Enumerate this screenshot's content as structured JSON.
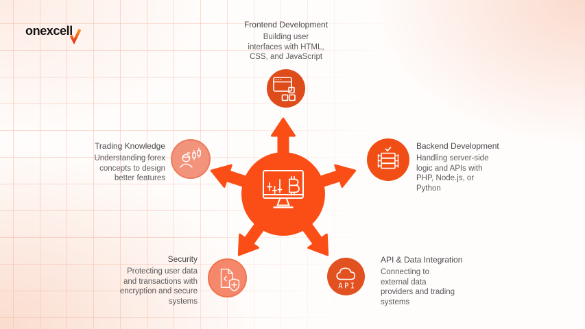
{
  "brand": {
    "name": "onexcell"
  },
  "center": {
    "icon": "trading-monitor-icon"
  },
  "nodes": {
    "frontend": {
      "title": "Frontend Development",
      "description": "Building user\ninterfaces with HTML,\nCSS, and JavaScript",
      "icon": "browser-window-icon"
    },
    "backend": {
      "title": "Backend Development",
      "description": "Handling server-side\nlogic and APIs with\nPHP, Node.js, or\nPython",
      "icon": "server-stack-icon"
    },
    "trading": {
      "title": "Trading Knowledge",
      "description": "Understanding forex\nconcepts to design\nbetter features",
      "icon": "trader-candlestick-icon"
    },
    "security": {
      "title": "Security",
      "description": "Protecting user data\nand transactions with\nencryption and secure\nsystems",
      "icon": "secure-document-icon"
    },
    "api": {
      "title": "API & Data Integration",
      "description": "Connecting to\nexternal data\nproviders and trading\nsystems",
      "icon": "api-cloud-icon",
      "icon_label": "API"
    }
  },
  "colors": {
    "hub_orange": "#FA4E16",
    "frontend_circle": "#DE4C1B",
    "backend_circle": "#F14E15",
    "api_circle": "#E25120",
    "trading_circle": "#F2937B",
    "security_circle": "#F5876A",
    "text_gray": "#5A5A5C",
    "logo_black": "#141414",
    "check_orange_top": "#F6921E",
    "check_orange_bottom": "#E93E1E",
    "grid_line": "#F2B29C"
  }
}
